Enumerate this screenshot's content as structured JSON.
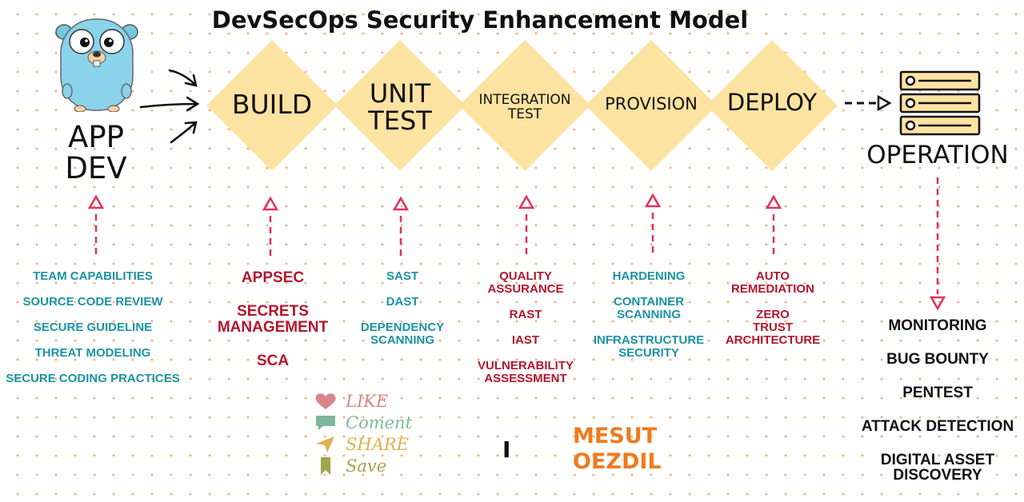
{
  "title": "DevSecOps Security Enhancement Model",
  "app_dev": {
    "label": "APP\nDEV"
  },
  "stages": [
    {
      "label": "BUILD"
    },
    {
      "label": "UNIT\nTEST"
    },
    {
      "label": "INTEGRATION\nTEST"
    },
    {
      "label": "PROVISION"
    },
    {
      "label": "DEPLOY"
    }
  ],
  "operation": {
    "label": "OPERATION"
  },
  "columns": {
    "app_dev": [
      "TEAM CAPABILITIES",
      "SOURCE CODE REVIEW",
      "SECURE GUIDELINE",
      "THREAT MODELING",
      "SECURE CODING PRACTICES"
    ],
    "build": [
      "APPSEC",
      "SECRETS\nMANAGEMENT",
      "SCA"
    ],
    "unit_test": [
      "SAST",
      "DAST",
      "DEPENDENCY\nSCANNING"
    ],
    "integration_test": [
      "QUALITY\nASSURANCE",
      "RAST",
      "IAST",
      "VULNERABILITY\nASSESSMENT"
    ],
    "provision": [
      "HARDENING",
      "CONTAINER\nSCANNING",
      "INFRASTRUCTURE\nSECURITY"
    ],
    "deploy": [
      "AUTO\nREMEDIATION",
      "ZERO\nTRUST\nARCHITECTURE"
    ],
    "operation": [
      "MONITORING",
      "BUG BOUNTY",
      "PENTEST",
      "ATTACK DETECTION",
      "DIGITAL ASSET\nDISCOVERY"
    ]
  },
  "social": [
    {
      "label": "LIKE",
      "icon": "heart-icon",
      "color": "#d7868b"
    },
    {
      "label": "Coment",
      "icon": "comment-icon",
      "color": "#7fb79c"
    },
    {
      "label": "SHARE",
      "icon": "share-icon",
      "color": "#e0b04f"
    },
    {
      "label": "Save",
      "icon": "bookmark-icon",
      "color": "#9fa64c"
    }
  ],
  "separator": "I",
  "author": "MESUT\nOEZDIL",
  "colors": {
    "diamond": "#fde3a1",
    "teal": "#1b93a4",
    "red": "#b3162d",
    "arrow": "#e2315d",
    "author": "#f07a1e",
    "dots": "#f2b27a"
  }
}
